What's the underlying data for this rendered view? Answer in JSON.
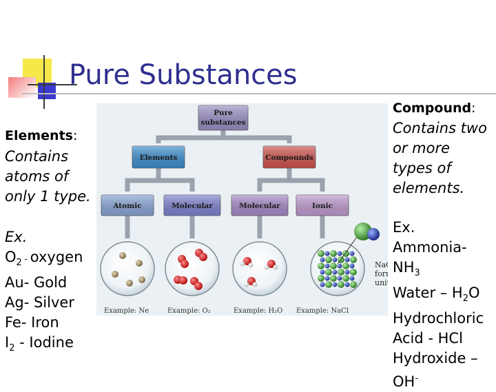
{
  "slide": {
    "title": "Pure Substances",
    "elements": {
      "heading": "Elements",
      "colon": ":",
      "definition": [
        "Contains",
        "atoms of",
        "only 1 type."
      ],
      "ex_heading": "Ex.",
      "examples": [
        {
          "symbol": "O",
          "sub": "2",
          "sep": " - ",
          "name": "oxygen"
        },
        {
          "symbol": "Au",
          "sub": "",
          "sep": "- ",
          "name": "Gold"
        },
        {
          "symbol": "Ag",
          "sub": "",
          "sep": "- ",
          "name": "Silver"
        },
        {
          "symbol": "Fe",
          "sub": "",
          "sep": "- ",
          "name": "Iron"
        },
        {
          "symbol": "I",
          "sub": "2",
          "sep": " - ",
          "name": "Iodine"
        }
      ]
    },
    "compound": {
      "heading": "Compound",
      "colon": ":",
      "definition": [
        "Contains two",
        "or more",
        "types of",
        "elements."
      ],
      "ex_heading": "Ex.",
      "examples_line1": "Ammonia-",
      "nh3_main": "NH",
      "nh3_sub": "3",
      "water_main": "Water – H",
      "water_sub": "2",
      "water_tail": "O",
      "hcl_line1": "Hydrochloric",
      "hcl_line2": "Acid - HCl",
      "hydroxide_line1": "Hydroxide –",
      "hydroxide_main": "OH",
      "hydroxide_sup": "-"
    }
  },
  "diagram": {
    "root": [
      "Pure",
      "substances"
    ],
    "level2": [
      "Elements",
      "Compounds"
    ],
    "level3": [
      "Atomic",
      "Molecular",
      "Molecular",
      "Ionic"
    ],
    "examples": [
      "Example: Ne",
      "Example: O₂",
      "Example: H₂O",
      "Example: NaCl"
    ],
    "nacl_label": [
      "NaCl",
      "formula",
      "unit"
    ]
  },
  "colors": {
    "title": "#2e2e8f",
    "root_box": "#9a8fc4",
    "elements_box": "#3d8fcf",
    "compounds_box": "#d0544f",
    "atomic_box": "#8aa6d6",
    "elem_molecular_box": "#7f83d0",
    "comp_molecular_box": "#a58bc9",
    "ionic_box": "#c09bd0",
    "arrow": "#9aa2ad"
  }
}
